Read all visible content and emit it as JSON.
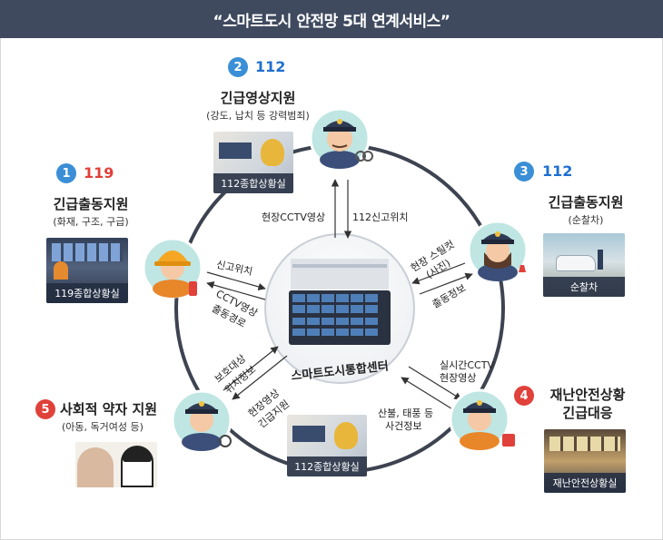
{
  "header": {
    "title": "“스마트도시 안전망 5대 연계서비스”"
  },
  "center": {
    "label": "스마트도시통합센터"
  },
  "services": [
    {
      "number": "1",
      "code": "119",
      "title": "긴급출동지원",
      "subtitle": "(화재, 구조, 구급)",
      "photo_caption": "119종합상황실"
    },
    {
      "number": "2",
      "code": "112",
      "title": "긴급영상지원",
      "subtitle": "(강도, 납치 등 강력범죄)",
      "photo_caption": "112종합상황실"
    },
    {
      "number": "3",
      "code": "112",
      "title": "긴급출동지원",
      "subtitle": "(순찰차)",
      "photo_caption": "순찰차"
    },
    {
      "number": "4",
      "title_line1": "재난안전상황",
      "title_line2": "긴급대응",
      "photo_caption": "재난안전상황실"
    },
    {
      "number": "5",
      "title": "사회적 약자 지원",
      "subtitle": "(아동, 독거여성 등)"
    }
  ],
  "bottom_photo": {
    "caption": "112종합상황실"
  },
  "flows": {
    "cctv_live": "현장CCTV영상",
    "report_112": "112신고위치",
    "report_location": "신고위치",
    "cctv_route_1": "CCTV영상",
    "cctv_route_2": "출동경로",
    "scene_still_1": "현장 스틸컷",
    "scene_still_2": "(사진)",
    "dispatch_info": "출동정보",
    "protect_1": "보호대상",
    "protect_2": "위치정보",
    "field_video_1": "현장영상",
    "field_video_2": "긴급지원",
    "realtime_1": "실시간CCTV",
    "realtime_2": "현장영상",
    "disaster_1": "산불, 태풍 등",
    "disaster_2": "사건정보"
  },
  "colors": {
    "header": "#3f4a5f",
    "ring": "#3d4350",
    "blue": "#1e6fd0",
    "red": "#e0413a",
    "mint": "#bfe6e2"
  }
}
